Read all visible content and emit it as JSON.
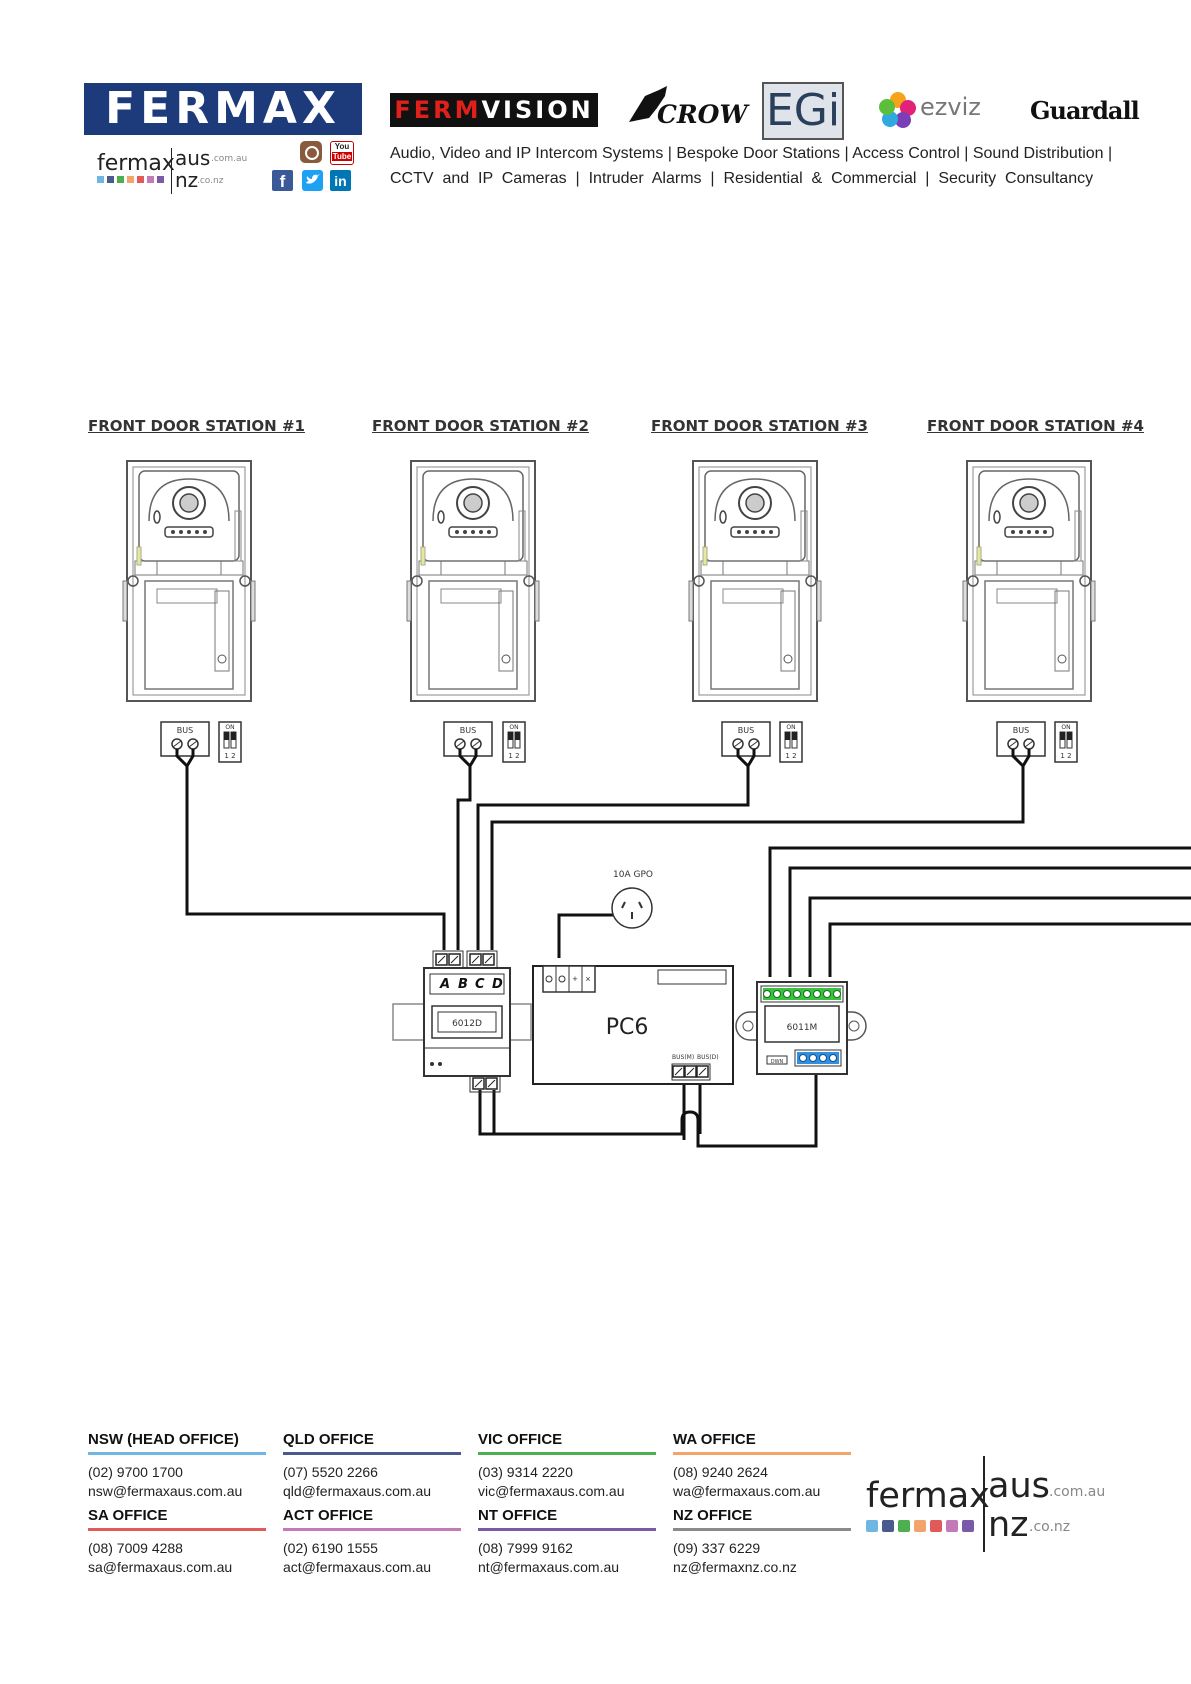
{
  "header": {
    "fermax_logo": "FERMAX",
    "fermvision_logo": {
      "part1": "FERM",
      "part2": "VISION"
    },
    "crow_logo": "CROW",
    "egi_logo": "EGi",
    "ezviz_logo": "ezviz",
    "guardall_logo": "Guardall",
    "tagline_line1": "Audio, Video and IP Intercom Systems | Bespoke Door Stations | Access Control | Sound Distribution |",
    "tagline_line2": "CCTV  and  IP  Cameras  |  Intruder  Alarms  |  Residential  &  Commercial  |  Security  Consultancy",
    "brand": {
      "fermax": "fermax",
      "aus": "aus",
      "com_au": ".com.au",
      "nz": "nz",
      "co_nz": ".co.nz"
    },
    "social_icons": [
      "instagram-icon",
      "youtube-icon",
      "facebook-icon",
      "twitter-icon",
      "linkedin-icon"
    ],
    "youtube_text": {
      "you": "You",
      "tube": "Tube"
    }
  },
  "diagram": {
    "stations": [
      {
        "title": "FRONT DOOR STATION #1",
        "bus_label": "BUS",
        "dip_label": "ON",
        "dip_nums": "1 2"
      },
      {
        "title": "FRONT DOOR STATION #2",
        "bus_label": "BUS",
        "dip_label": "ON",
        "dip_nums": "1 2"
      },
      {
        "title": "FRONT DOOR STATION #3",
        "bus_label": "BUS",
        "dip_label": "ON",
        "dip_nums": "1 2"
      },
      {
        "title": "FRONT DOOR STATION #4",
        "bus_label": "BUS",
        "dip_label": "ON",
        "dip_nums": "1 2"
      }
    ],
    "selector": {
      "model": "6012D",
      "inputs": [
        "A",
        "B",
        "C",
        "D"
      ]
    },
    "power_supply": {
      "model": "PC6",
      "bus_m_label": "BUS(M)",
      "bus_d_label": "BUS(D)"
    },
    "gpo_label": "10A GPO",
    "distributor": {
      "model": "6011M",
      "small_label": "DWN"
    }
  },
  "footer": {
    "offices": [
      {
        "name": "NSW (HEAD OFFICE)",
        "phone": "(02) 9700 1700",
        "email": "nsw@fermaxaus.com.au",
        "color": "#6fb7e3"
      },
      {
        "name": "QLD OFFICE",
        "phone": "(07) 5520 2266",
        "email": "qld@fermaxaus.com.au",
        "color": "#4a5a8c"
      },
      {
        "name": "VIC OFFICE",
        "phone": "(03) 9314 2220",
        "email": "vic@fermaxaus.com.au",
        "color": "#4cb050"
      },
      {
        "name": "WA OFFICE",
        "phone": "(08) 9240 2624",
        "email": "wa@fermaxaus.com.au",
        "color": "#f3a46a"
      },
      {
        "name": "SA OFFICE",
        "phone": "(08) 7009 4288",
        "email": "sa@fermaxaus.com.au",
        "color": "#e05a5a"
      },
      {
        "name": "ACT OFFICE",
        "phone": "(02) 6190 1555",
        "email": "act@fermaxaus.com.au",
        "color": "#c47ab8"
      },
      {
        "name": "NT OFFICE",
        "phone": "(08) 7999 9162",
        "email": "nt@fermaxaus.com.au",
        "color": "#7a5aa6"
      },
      {
        "name": "NZ OFFICE",
        "phone": "(09) 337 6229",
        "email": "nz@fermaxnz.co.nz",
        "color": "#8a8a8a"
      }
    ],
    "brand_dot_colors": [
      "#6fb7e3",
      "#4a5a8c",
      "#4cb050",
      "#f3a46a",
      "#e05a5a",
      "#c47ab8",
      "#7a5aa6"
    ]
  }
}
